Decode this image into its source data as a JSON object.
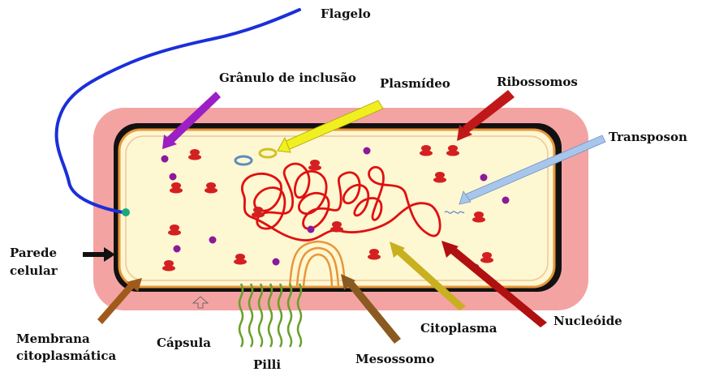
{
  "labels": {
    "flagelo": "Flagelo",
    "granulo": "Grânulo de inclusão",
    "plasmideo": "Plasmídeo",
    "ribossomos": "Ribossomos",
    "transposon": "Transposon",
    "parede_line1": "Parede",
    "parede_line2": "celular",
    "membrana_line1": "Membrana",
    "membrana_line2": "citoplasmática",
    "capsula": "Cápsula",
    "pilli": "Pilli",
    "mesossomo": "Mesossomo",
    "citoplasma": "Citoplasma",
    "nucleoide": "Nucleóide"
  },
  "colors": {
    "capsule": "#f4a3a3",
    "cell_wall": "#111111",
    "membrane": "#e8963a",
    "cytoplasm": "#fdf7d2",
    "flagellum": "#1b2fd9",
    "nucleoid": "#e01010",
    "ribosome": "#d42020",
    "granule": "#8a1a9a",
    "plasmid": "#7fa3c4",
    "pili": "#6aa02a",
    "arrow_granulo": "#9b1fc4",
    "arrow_plasmideo": "#f0f020",
    "arrow_ribossomos": "#c01818",
    "arrow_transposon": "#a8c6ec",
    "arrow_parede": "#111111",
    "arrow_membrana": "#a05a1a",
    "arrow_capsula": "#f4a3a3",
    "arrow_mesossomo": "#8a5a20",
    "arrow_citoplasma": "#c8b020",
    "arrow_nucleoide": "#b01010"
  }
}
